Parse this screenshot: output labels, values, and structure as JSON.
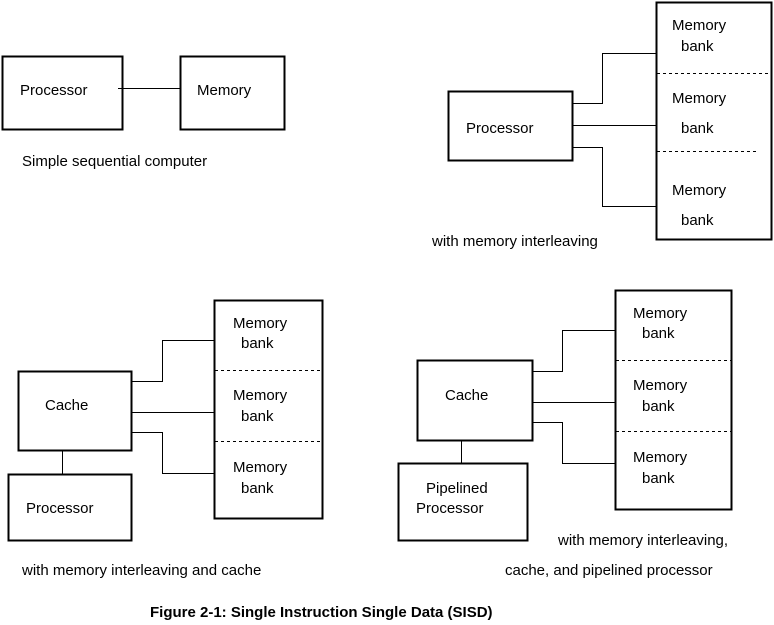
{
  "diagrams": {
    "simple": {
      "processor": "Processor",
      "memory": "Memory",
      "caption": "Simple sequential computer"
    },
    "interleaving": {
      "processor": "Processor",
      "banks": [
        {
          "line1": "Memory",
          "line2": "bank"
        },
        {
          "line1": "Memory",
          "line2": "bank"
        },
        {
          "line1": "Memory",
          "line2": "bank"
        }
      ],
      "caption": "with memory interleaving"
    },
    "interleaving_cache": {
      "cache": "Cache",
      "processor": "Processor",
      "banks": [
        {
          "line1": "Memory",
          "line2": "bank"
        },
        {
          "line1": "Memory",
          "line2": "bank"
        },
        {
          "line1": "Memory",
          "line2": "bank"
        }
      ],
      "caption": "with memory interleaving and cache"
    },
    "pipelined": {
      "cache": "Cache",
      "processor_line1": "Pipelined",
      "processor_line2": "Processor",
      "banks": [
        {
          "line1": "Memory",
          "line2": "bank"
        },
        {
          "line1": "Memory",
          "line2": "bank"
        },
        {
          "line1": "Memory",
          "line2": "bank"
        }
      ],
      "caption_line1": "with memory interleaving,",
      "caption_line2": "cache, and pipelined processor"
    }
  },
  "figure_caption": "Figure 2-1: Single Instruction Single Data (SISD)"
}
